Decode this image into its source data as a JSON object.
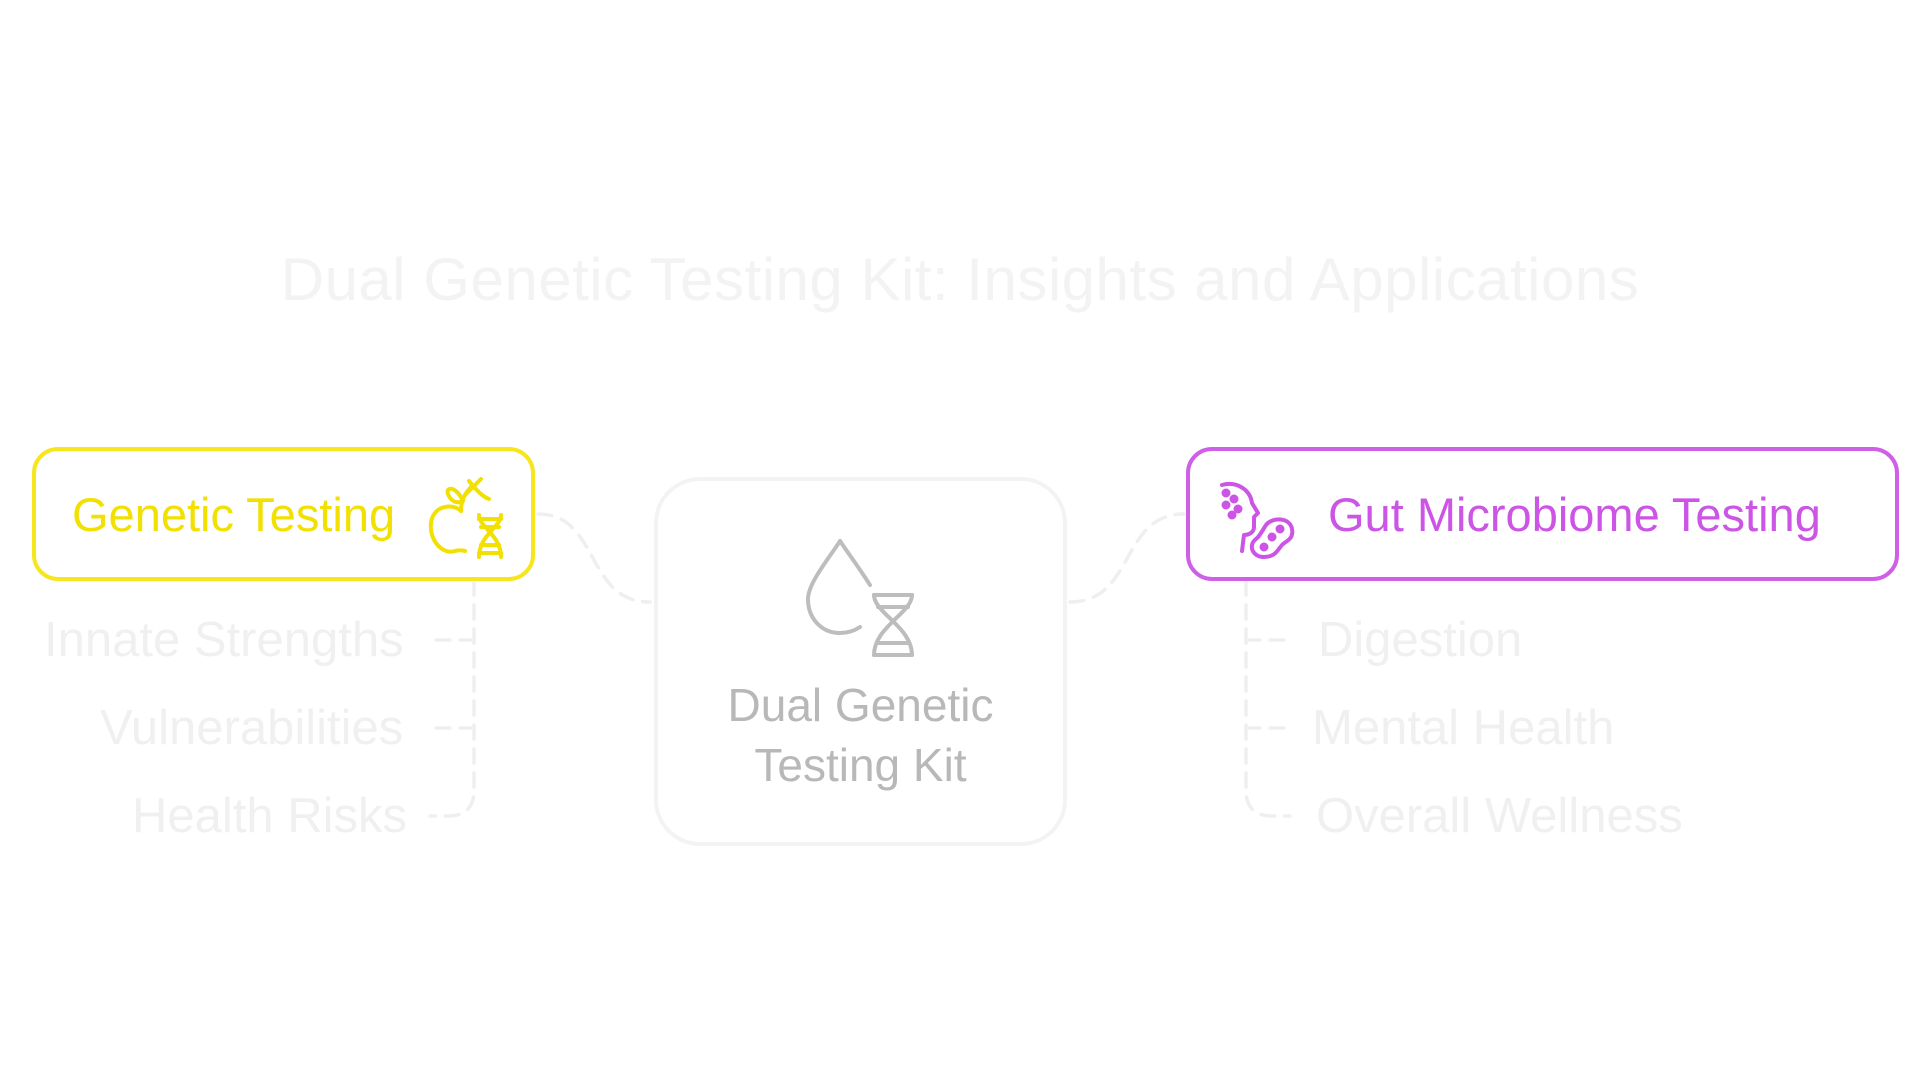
{
  "title": "Dual Genetic Testing Kit: Insights and Applications",
  "center": {
    "label": "Dual Genetic\nTesting Kit",
    "icon": "drop-dna-icon",
    "border_color": "#f3f3f3",
    "text_color": "#b8b8b8"
  },
  "left_branch": {
    "label": "Genetic Testing",
    "icon": "apple-dna-icon",
    "color": "#f2e000",
    "items": [
      "Innate Strengths",
      "Vulnerabilities",
      "Health Risks"
    ]
  },
  "right_branch": {
    "label": "Gut Microbiome Testing",
    "icon": "head-bacteria-icon",
    "color": "#cc55e6",
    "items": [
      "Digestion",
      "Mental Health",
      "Overall Wellness"
    ]
  }
}
